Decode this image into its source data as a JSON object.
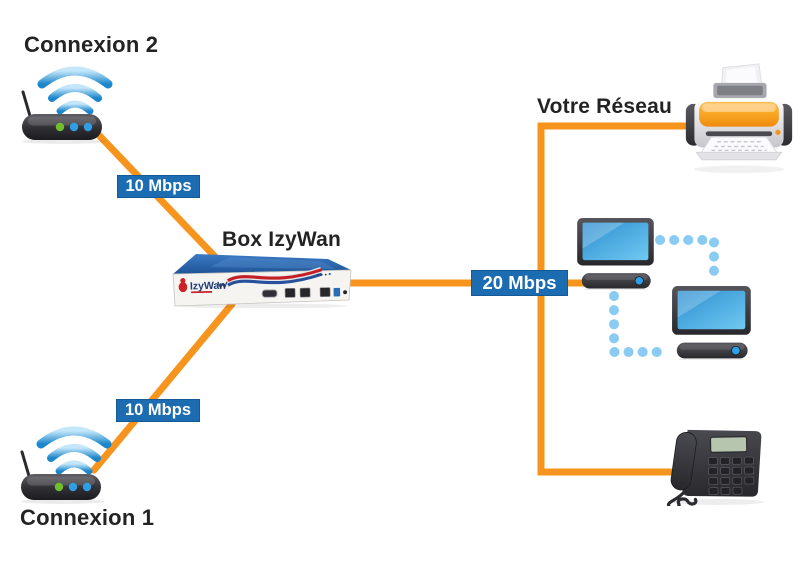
{
  "nodes": {
    "connexion2": {
      "label": "Connexion 2",
      "icon": "wifi-router-icon"
    },
    "connexion1": {
      "label": "Connexion 1",
      "icon": "wifi-router-icon"
    },
    "box": {
      "label": "Box IzyWan",
      "icon": "izywan-appliance-icon",
      "front_label": "IzyWan"
    },
    "network": {
      "label": "Votre Réseau",
      "devices": [
        "printer",
        "computer",
        "computer",
        "desk-phone"
      ]
    }
  },
  "links": {
    "connexion2_to_box": {
      "label": "10 Mbps"
    },
    "connexion1_to_box": {
      "label": "10 Mbps"
    },
    "box_to_network": {
      "label": "20 Mbps"
    }
  },
  "colors": {
    "link-orange": "#F7941E",
    "badge-blue": "#1C6CB2",
    "label-text": "#232323",
    "dot-blue": "#8ACBF3"
  }
}
